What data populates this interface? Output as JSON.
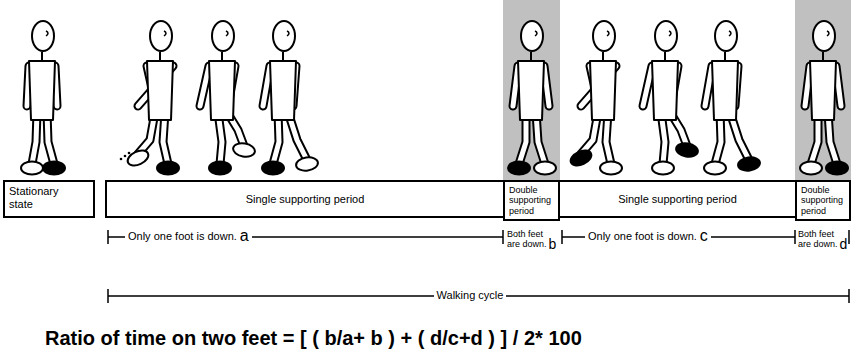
{
  "diagram": {
    "caption": "Ratio of time on two feet = [ ( b/a+ b ) + ( d/c+d ) ] / 2* 100",
    "nodes": [
      {
        "text": [
          "Stationary state"
        ]
      },
      {
        "text": [
          "Single supporting period"
        ]
      },
      {
        "text": [
          "Double supporting period"
        ]
      },
      {
        "text": [
          "Single supporting period"
        ]
      },
      {
        "text": [
          "Double supporting period"
        ]
      }
    ],
    "labels": [
      "Only one foot is down.",
      "a",
      "Both feet are down.",
      "b",
      "Only one foot is down.",
      "c",
      "Both feet are down.",
      "d",
      "Walking cycle"
    ]
  }
}
